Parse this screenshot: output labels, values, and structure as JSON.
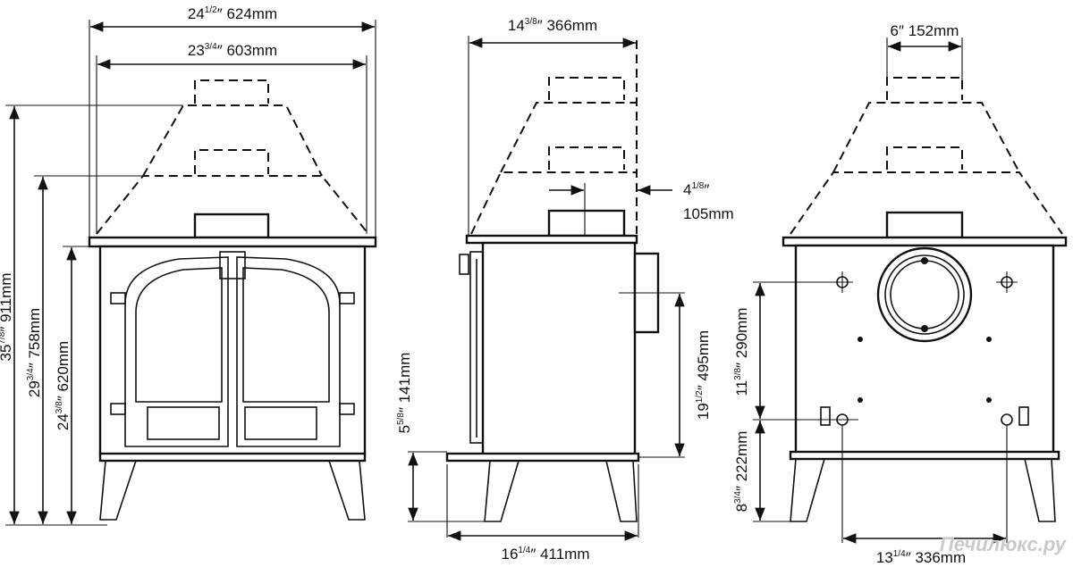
{
  "views": {
    "front": {
      "width_outer": {
        "inch": "24",
        "frac": "1/2",
        "mm": "624mm"
      },
      "width_top": {
        "inch": "23",
        "frac": "3/4",
        "mm": "603mm"
      },
      "height_total": {
        "inch": "35",
        "frac": "7/8",
        "mm": "911mm"
      },
      "height_mid": {
        "inch": "29",
        "frac": "3/4",
        "mm": "758mm"
      },
      "height_body": {
        "inch": "24",
        "frac": "3/8",
        "mm": "620mm"
      }
    },
    "side": {
      "depth_top": {
        "inch": "14",
        "frac": "3/8",
        "mm": "366mm"
      },
      "flue_offset": {
        "inch": "4",
        "frac": "1/8",
        "mm": "105mm"
      },
      "leg_height": {
        "inch": "5",
        "frac": "5/8",
        "mm": "141mm"
      },
      "rear_flue_height": {
        "inch": "19",
        "frac": "1/2",
        "mm": "495mm"
      },
      "depth_base": {
        "inch": "16",
        "frac": "1/4",
        "mm": "411mm"
      }
    },
    "rear": {
      "flue_width": {
        "inch": "6",
        "frac": "",
        "mm": "152mm"
      },
      "upper_height": {
        "inch": "11",
        "frac": "3/8",
        "mm": "290mm"
      },
      "lower_height": {
        "inch": "8",
        "frac": "3/4",
        "mm": "222mm"
      },
      "base_width": {
        "inch": "13",
        "frac": "1/4",
        "mm": "336mm"
      }
    }
  },
  "watermark": "Печилюкс.ру"
}
